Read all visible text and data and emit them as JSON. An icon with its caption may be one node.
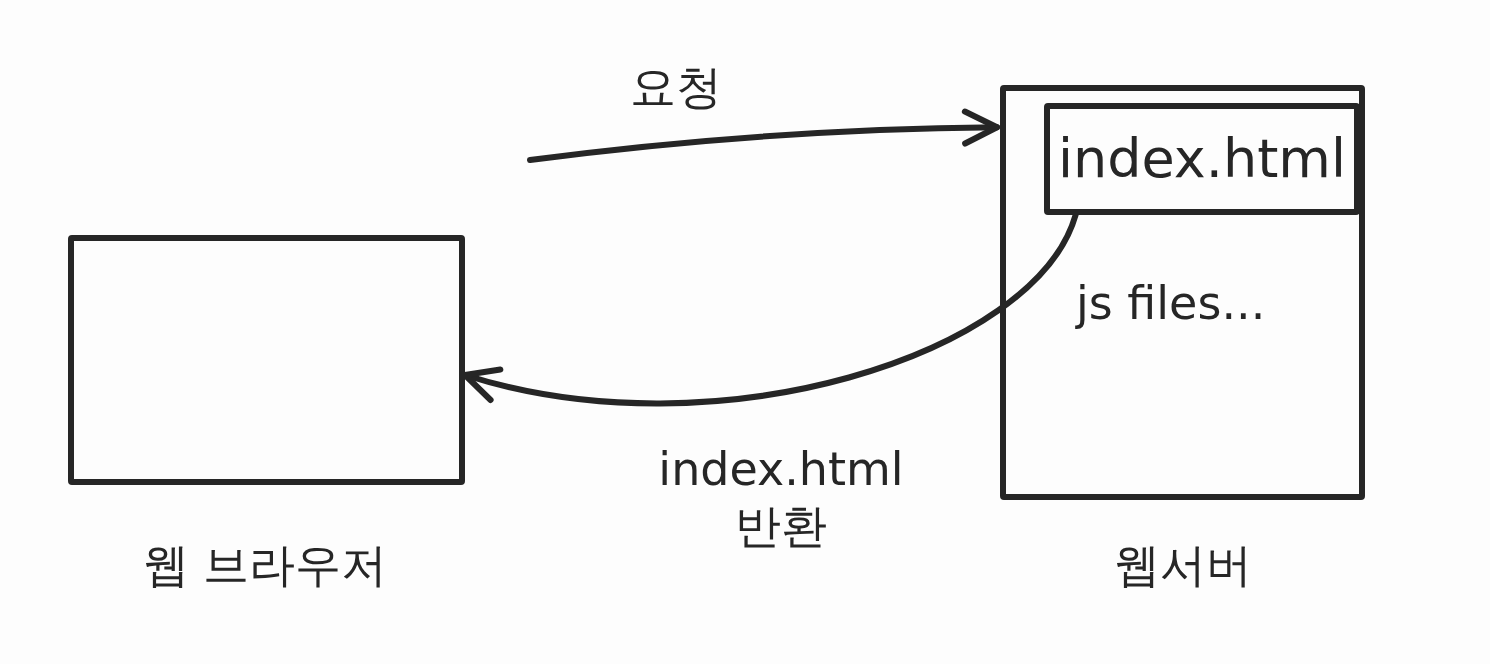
{
  "diagram": {
    "nodes": [
      {
        "text": [
          "웹 브라우저"
        ]
      },
      {
        "text": [
          "js files...",
          "웹서버"
        ]
      },
      {
        "text": [
          "index.html"
        ],
        "in": 1
      }
    ],
    "edges": [
      {
        "from": null,
        "to": 1,
        "arrow": "to",
        "label": "요청"
      },
      {
        "from": 2,
        "to": 0,
        "arrow": "to",
        "label": "index.html 반환"
      }
    ]
  }
}
